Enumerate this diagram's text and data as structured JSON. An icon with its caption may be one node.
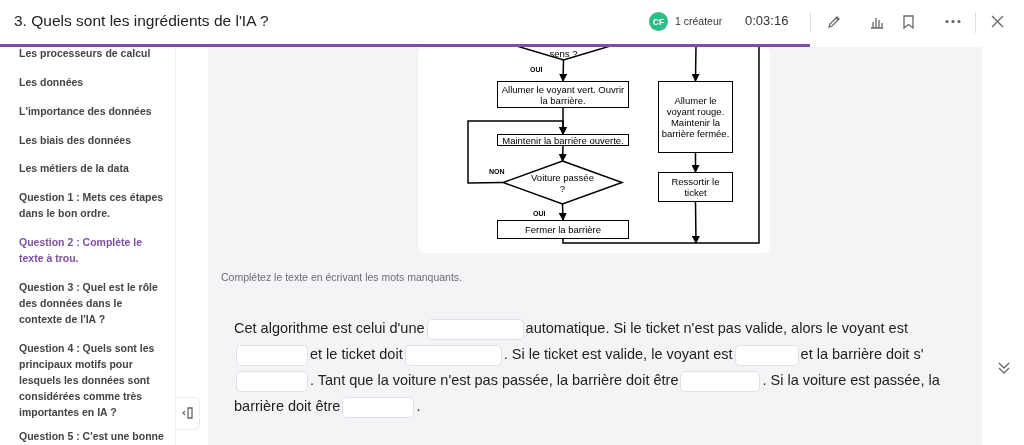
{
  "diagram": {
    "nodes": [
      {
        "text": [
          "sens ?"
        ]
      },
      {
        "text": [
          "Allumer le voyant vert. Ouvrir la barrière."
        ]
      },
      {
        "text": [
          "Allumer le voyant rouge. Maintenir la barrière fermée."
        ]
      },
      {
        "text": [
          "Maintenir la barrière ouverte."
        ]
      },
      {
        "text": [
          "Voiture passée ?"
        ]
      },
      {
        "text": [
          "Ressortir le ticket"
        ]
      },
      {
        "text": [
          "Fermer la barrière"
        ]
      }
    ],
    "edges": [
      {
        "from": 0,
        "to": 1,
        "arrow": "to",
        "label": "OUI"
      },
      {
        "from": null,
        "to": 2,
        "arrow": "to"
      },
      {
        "from": 1,
        "to": 3,
        "arrow": "to"
      },
      {
        "from": 3,
        "to": 4,
        "arrow": "to"
      },
      {
        "from": 4,
        "to": 3,
        "arrow": "to",
        "label": "NON"
      },
      {
        "from": 4,
        "to": 6,
        "arrow": "to",
        "label": "OUI"
      },
      {
        "from": 2,
        "to": 5,
        "arrow": "to"
      },
      {
        "from": 5,
        "to": null,
        "arrow": "to"
      },
      {
        "from": 6,
        "to": null,
        "arrow": "none"
      }
    ],
    "labels": [
      "3. Quels sont les ingrédients de l'IA ?",
      "CF",
      "1 créateur",
      "0:03:16",
      "Les processeurs de calcul",
      "Les données",
      "L'importance des données",
      "Les biais des données",
      "Les métiers de la data",
      "Question 1 : Mets ces étapes dans le bon ordre.",
      "Question 2 : Complète le texte à trou.",
      "Question 3 : Quel est le rôle des données dans le contexte de l'IA ?",
      "Question 4 : Quels sont les principaux motifs pour lesquels les données sont considérées comme très importantes en IA ?",
      "Question 5 : C'est une bonne",
      "Complétez le texte en écrivant les mots manquants.",
      "Cet algorithme est celui d'une",
      "automatique. Si le ticket n'est pas valide, alors le voyant est",
      "et le ticket doit",
      ". Si le ticket est valide, le voyant est",
      "et la barrière doit s'",
      ". Tant que la voiture n'est pas passée, la barrière doit être",
      ". Si la voiture est passée, la barrière doit être",
      "."
    ]
  }
}
